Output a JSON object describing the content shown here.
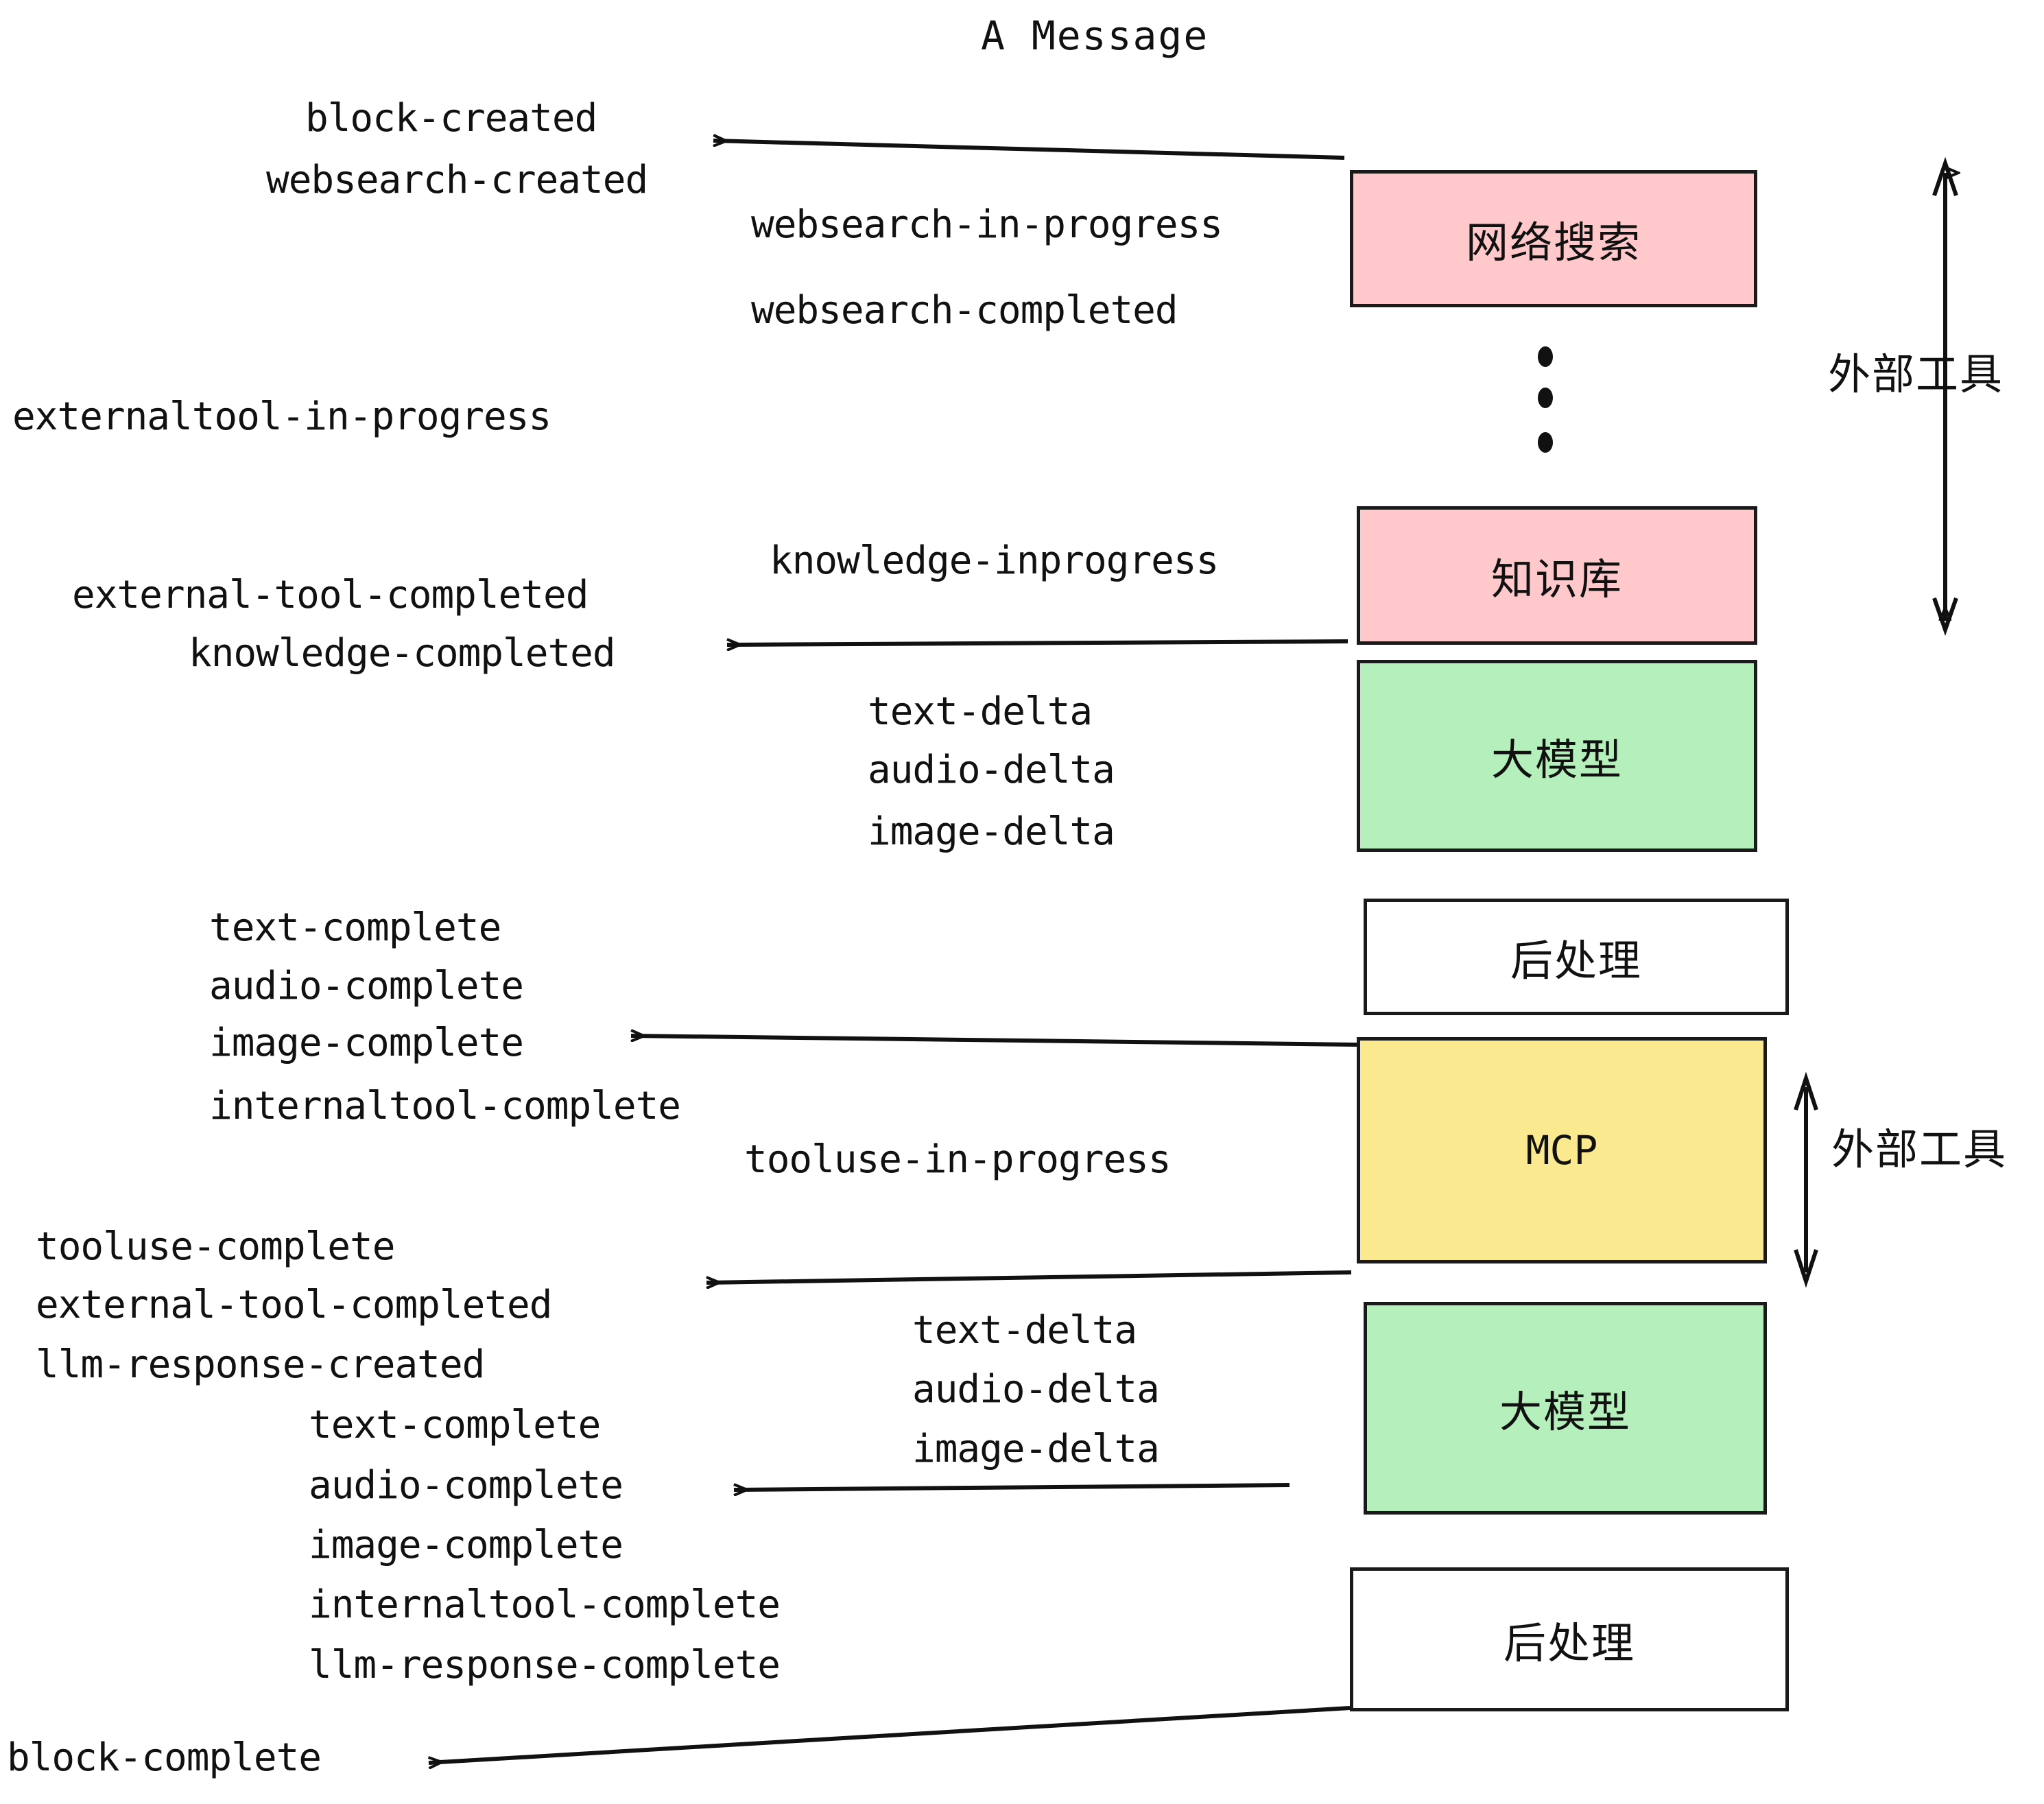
{
  "title": "A Message",
  "colors": {
    "pink": "#FFC9CC",
    "green": "#B5F0BC",
    "yellow": "#FBE98F",
    "white": "#FFFFFF",
    "stroke": "#1A1A1A",
    "text": "#111111",
    "background": "#FFFFFF"
  },
  "boxes": [
    {
      "id": "websearch",
      "label": "网络搜索",
      "fill": "pink"
    },
    {
      "id": "knowledge",
      "label": "知识库",
      "fill": "pink"
    },
    {
      "id": "llm-1",
      "label": "大模型",
      "fill": "green"
    },
    {
      "id": "postprocess-1",
      "label": "后处理",
      "fill": "white"
    },
    {
      "id": "mcp",
      "label": "MCP",
      "fill": "yellow"
    },
    {
      "id": "llm-2",
      "label": "大模型",
      "fill": "green"
    },
    {
      "id": "postprocess-2",
      "label": "后处理",
      "fill": "white"
    }
  ],
  "annotations": {
    "external_tool_top": "外部工具",
    "external_tool_bottom": "外部工具"
  },
  "events": {
    "block_created": "block-created",
    "websearch_created": "websearch-created",
    "websearch_in_progress": "websearch-in-progress",
    "websearch_completed": "websearch-completed",
    "externaltool_in_progress": "externaltool-in-progress",
    "knowledge_inprogress": "knowledge-inprogress",
    "external_tool_completed_1": "external-tool-completed",
    "knowledge_completed": "knowledge-completed",
    "text_delta_1": "text-delta",
    "audio_delta_1": "audio-delta",
    "image_delta_1": "image-delta",
    "text_complete_1": "text-complete",
    "audio_complete_1": "audio-complete",
    "image_complete_1": "image-complete",
    "internaltool_complete_1": "internaltool-complete",
    "tooluse_in_progress": "tooluse-in-progress",
    "tooluse_complete": "tooluse-complete",
    "external_tool_completed_2": "external-tool-completed",
    "llm_response_created": "llm-response-created",
    "text_delta_2": "text-delta",
    "audio_delta_2": "audio-delta",
    "image_delta_2": "image-delta",
    "text_complete_2": "text-complete",
    "audio_complete_2": "audio-complete",
    "image_complete_2": "image-complete",
    "internaltool_complete_2": "internaltool-complete",
    "llm_response_complete": "llm-response-complete",
    "block_complete": "block-complete"
  }
}
